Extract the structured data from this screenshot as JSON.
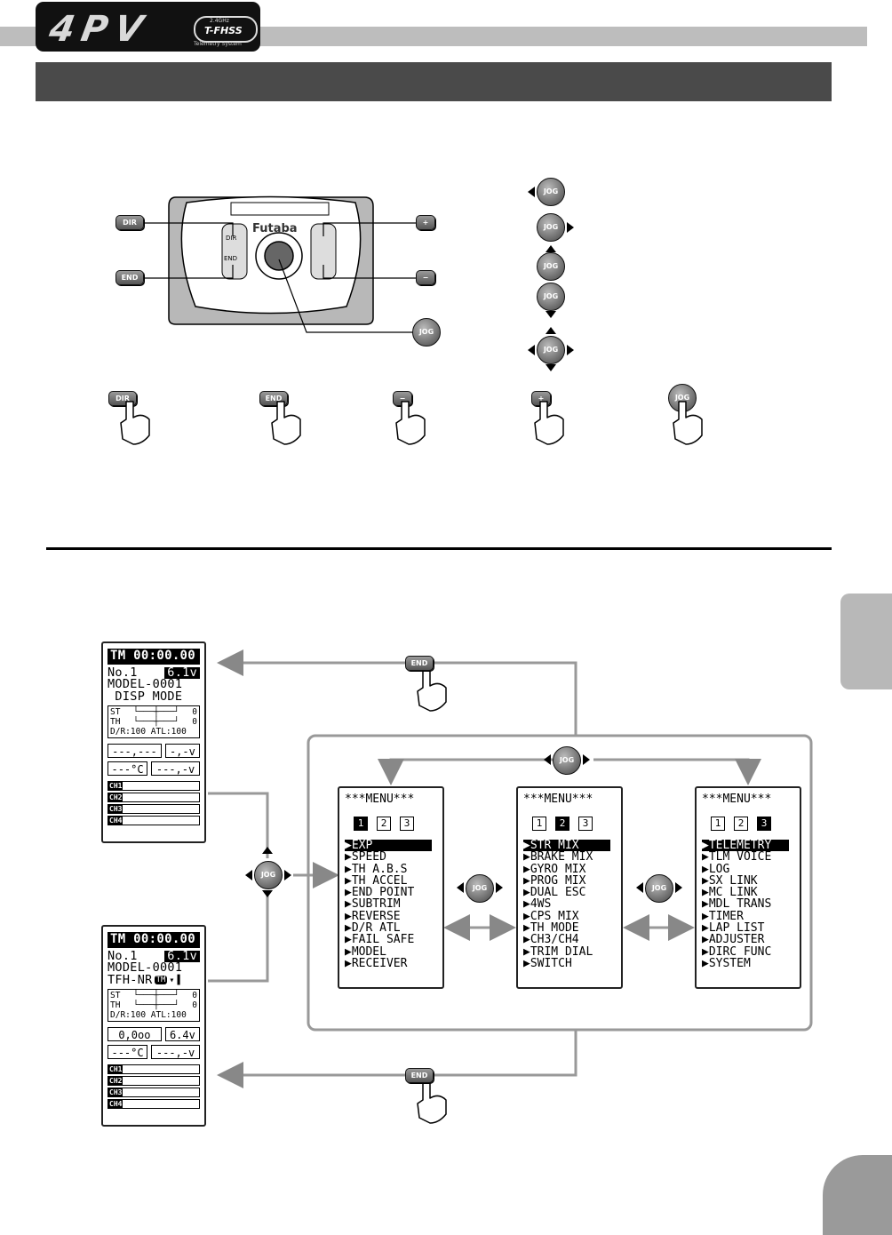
{
  "header": {
    "logo_text": "4PV",
    "logo_band": "2.4GHz",
    "logo_system": "T-FHSS",
    "logo_tagline": "Telemetry System"
  },
  "keys": {
    "dir": "DIR",
    "end": "END",
    "plus": "+",
    "minus": "−",
    "jog": "JOG",
    "brand": "Futaba",
    "dial_dir": "DIR",
    "dial_end": "END"
  },
  "home_screen_1": {
    "timer": "TM 00:00.00",
    "model_no": "No.1",
    "voltage": "6.1v",
    "model_name": "MODEL-0001",
    "mode": " DISP MODE",
    "trim_st": "ST",
    "trim_th": "TH",
    "trim_st_val": "0",
    "trim_th_val": "0",
    "dr_atl": "D/R:100 ATL:100",
    "tele_a": "---,---",
    "tele_b": "-,-v",
    "tele_c": "---°C",
    "tele_d": "---,-v",
    "channels": [
      "CH1",
      "CH2",
      "CH3",
      "CH4"
    ]
  },
  "home_screen_2": {
    "timer": "TM 00:00.00",
    "model_no": "No.1",
    "voltage": "6.1v",
    "model_name": "MODEL-0001",
    "mode": "TFH-NR",
    "tm_badge": "TM",
    "trim_st": "ST",
    "trim_th": "TH",
    "trim_st_val": "0",
    "trim_th_val": "0",
    "dr_atl": "D/R:100 ATL:100",
    "tele_a": "0,0oo",
    "tele_b": "6.4v",
    "tele_c": "---°C",
    "tele_d": "---,-v",
    "channels": [
      "CH1",
      "CH2",
      "CH3",
      "CH4"
    ]
  },
  "menus": [
    {
      "title": "***MENU***",
      "pages": [
        "1",
        "2",
        "3"
      ],
      "active_page": 1,
      "items": [
        "EXP",
        "SPEED",
        "TH A.B.S",
        "TH ACCEL",
        "END POINT",
        "SUBTRIM",
        "REVERSE",
        "D/R ATL",
        "FAIL SAFE",
        "MODEL",
        "RECEIVER"
      ]
    },
    {
      "title": "***MENU***",
      "pages": [
        "1",
        "2",
        "3"
      ],
      "active_page": 2,
      "items": [
        "STR MIX",
        "BRAKE MIX",
        "GYRO MIX",
        "PROG MIX",
        "DUAL ESC",
        "4WS",
        "CPS MIX",
        "TH MODE",
        "CH3/CH4",
        "TRIM DIAL",
        "SWITCH"
      ]
    },
    {
      "title": "***MENU***",
      "pages": [
        "1",
        "2",
        "3"
      ],
      "active_page": 3,
      "items": [
        "TELEMETRY",
        "TLM VOICE",
        "LOG",
        "SX LINK",
        "MC LINK",
        "MDL TRANS",
        "TIMER",
        "LAP LIST",
        "ADJUSTER",
        "DIRC FUNC",
        "SYSTEM"
      ]
    }
  ],
  "colors": {
    "title_bar": "#4a4a4a",
    "header_stripe": "#bdbdbd",
    "side_tab": "#b8b8b8",
    "page_tab": "#9a9a9a"
  }
}
